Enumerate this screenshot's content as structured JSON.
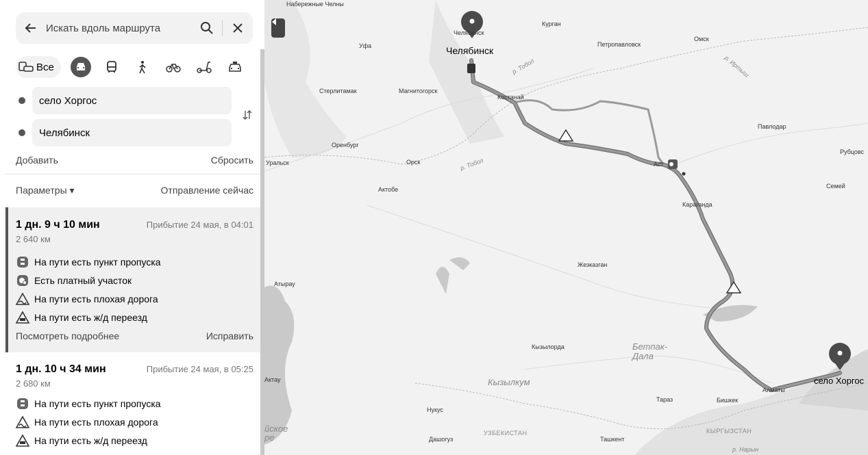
{
  "search": {
    "placeholder": "Искать вдоль маршрута"
  },
  "modes": {
    "all_label": "Все"
  },
  "waypoints": {
    "from": "село Хоргос",
    "to": "Челябинск"
  },
  "actions": {
    "add": "Добавить",
    "reset": "Сбросить"
  },
  "params": {
    "label": "Параметры ▾",
    "departure": "Отправление сейчас"
  },
  "routes": [
    {
      "duration": "1 дн. 9 ч 10 мин",
      "arrival": "Прибытие 24 мая, в 04:01",
      "distance": "2 640 км",
      "features": [
        "На пути есть пункт пропуска",
        "Есть платный участок",
        "На пути есть плохая дорога",
        "На пути есть ж/д переезд"
      ],
      "details": "Посмотреть подробнее",
      "fix": "Исправить"
    },
    {
      "duration": "1 дн. 10 ч 34 мин",
      "arrival": "Прибытие 24 мая, в 05:25",
      "distance": "2 680 км",
      "features": [
        "На пути есть пункт пропуска",
        "На пути есть плохая дорога",
        "На пути есть ж/д переезд"
      ]
    }
  ],
  "map": {
    "cities": {
      "naberezhnye": "Набережные Челны",
      "chelyabinsk_small": "Челябинск",
      "chelyabinsk": "Челябинск",
      "kurgan": "Курган",
      "ufa": "Уфа",
      "petropavlovsk": "Петропавловск",
      "omsk": "Омск",
      "sterlitamak": "Стерлитамак",
      "magnitogorsk": "Магнитогорск",
      "kostanay": "Костанай",
      "pavlodar": "Павлодар",
      "orenburg": "Оренбург",
      "uralsk": "Уральск",
      "orsk": "Орск",
      "astana": "Аст",
      "rubtsovsk": "Рубцовс",
      "semey": "Семей",
      "aktobe": "Актобе",
      "karaganda": "Караганда",
      "zhezkazgan": "Жезказган",
      "atyrau": "Атырау",
      "kyzylorda": "Кызылорда",
      "aktau": "Актау",
      "taraz": "Тараз",
      "bishkek": "Бишкек",
      "almaty": "Алматы",
      "khorgos": "село Хоргос",
      "nukus": "Нукус",
      "dashoguz": "Дашогуз",
      "tashkent": "Ташкент"
    },
    "regions": {
      "betpak": "Бетпак-\nДала",
      "kyzylkum": "Кызылкум",
      "uzbekistan": "УЗБЕКИСТАН",
      "kyrgyzstan": "КЫРГЫЗСТАН",
      "caspian": "йское\nре"
    },
    "rivers": {
      "tobol_a": "р. Тобол",
      "tobol_b": "р. Тобол",
      "irtysh": "р. Иртыш",
      "naryn": "р. Нарын"
    }
  },
  "colors": {
    "route": "#8c8c8c",
    "route_outline": "#6e6e6e",
    "pin": "#4a4a4a",
    "water": "#c9c9c9"
  },
  "icons": [
    "back-arrow-icon",
    "search-icon",
    "close-icon",
    "car-icon",
    "bus-icon",
    "walk-icon",
    "bicycle-icon",
    "scooter-icon",
    "taxi-icon",
    "swap-icon",
    "checkpoint-icon",
    "toll-icon",
    "bad-road-icon",
    "railway-crossing-icon",
    "map-pin-icon"
  ]
}
